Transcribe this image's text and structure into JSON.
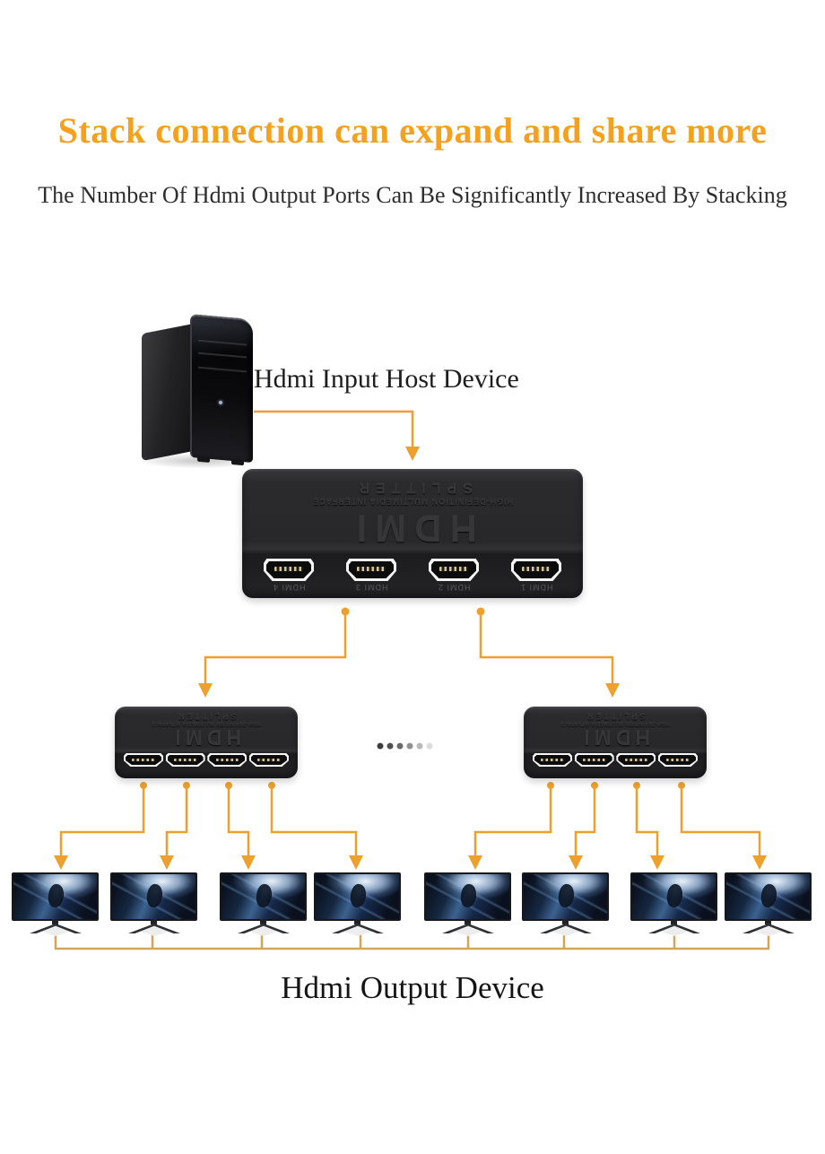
{
  "header": {
    "title": "Stack connection can expand and share more",
    "subtitle": "The Number Of Hdmi Output Ports Can Be Significantly Increased By Stacking"
  },
  "diagram": {
    "input_label": "Hdmi Input Host Device",
    "output_label": "Hdmi Output Device",
    "splitter": {
      "brand": "HDMI",
      "name": "SPLITTER",
      "tagline": "HIGH-DEFINITION MULTIMEDIA INTERFACE",
      "port_labels": [
        "HDMI 4",
        "HDMI 3",
        "HDMI 2",
        "HDMI 1"
      ]
    }
  },
  "colors": {
    "title_orange": "#F6A11E",
    "subtitle_dark": "#2E2E2E",
    "connector_orange": "#EEA02F",
    "bracket_tan": "#D2A55C"
  }
}
